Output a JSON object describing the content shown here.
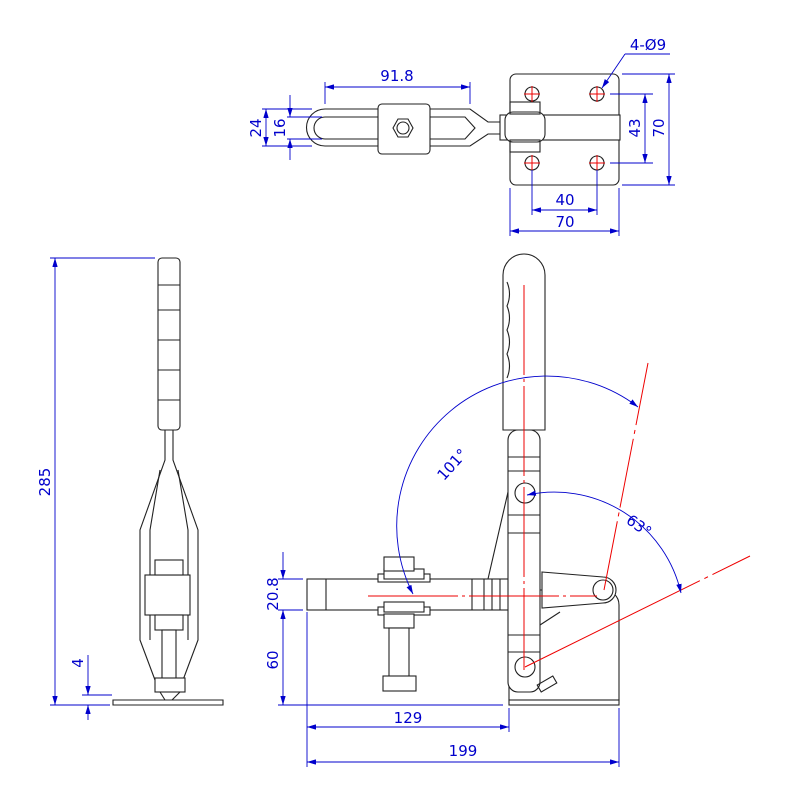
{
  "title": "Vertical toggle clamp dimension drawing",
  "colors": {
    "outline": "#222222",
    "dimension": "#0000cc",
    "centerline": "#ee0000"
  },
  "top_view": {
    "length_slot": "91.8",
    "width_outer": "24",
    "width_slot": "16",
    "hole_spacing_v": "43",
    "base_height": "70",
    "hole_spacing_h": "40",
    "base_width": "70",
    "holes": "4-Ø9"
  },
  "side_view": {
    "overall_height": "285",
    "base_thickness": "4"
  },
  "front_view": {
    "spindle_height": "20.8",
    "arm_height": "60",
    "reach": "129",
    "overall_length": "199",
    "handle_angle": "101°",
    "arm_angle": "63°"
  }
}
